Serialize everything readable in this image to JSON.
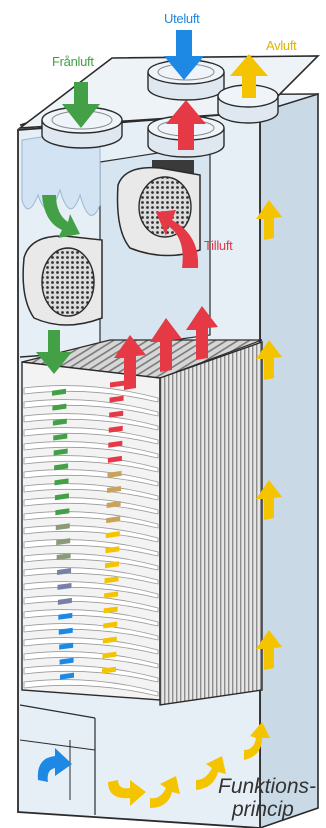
{
  "labels": {
    "franluft": "Frånluft",
    "uteluft": "Uteluft",
    "avluft": "Avluft",
    "tilluft": "Tilluft"
  },
  "caption": {
    "line1": "Funktions-",
    "line2": "princip"
  },
  "colors": {
    "franluft": "#43a047",
    "uteluft": "#1e88e5",
    "avluft": "#f5c400",
    "tilluft": "#e53946",
    "cabinet": "#dfe9f2",
    "outline": "#2b2b2b"
  }
}
